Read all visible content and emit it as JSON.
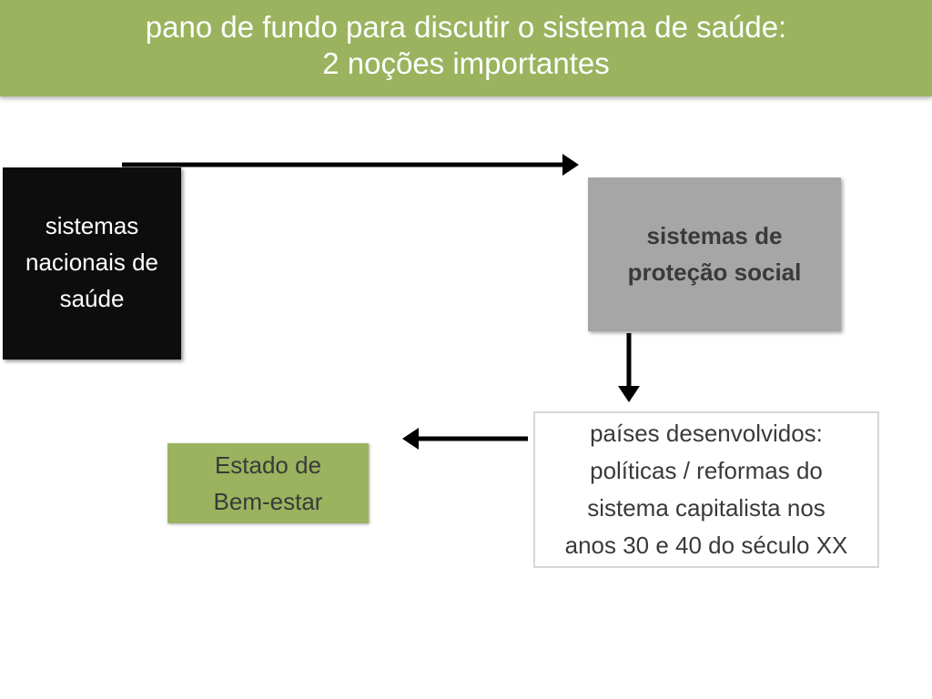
{
  "title": {
    "line1": "pano de fundo para discutir o sistema de saúde:",
    "line2": "2 noções importantes"
  },
  "nodes": {
    "sistemas_nacionais": "sistemas\nnacionais de\nsaúde",
    "protecao_social": "sistemas  de\nproteção social",
    "paises_desenvolvidos": "países desenvolvidos:\npolíticas / reformas do\nsistema capitalista nos\nanos 30 e 40 do século XX",
    "estado_bem_estar": "Estado de\nBem-estar"
  },
  "colors": {
    "title_bar": "#9bb35e",
    "black_box": "#0d0d0d",
    "gray_box": "#a6a6a6",
    "green_box": "#9bb35e",
    "arrow": "#000000"
  }
}
